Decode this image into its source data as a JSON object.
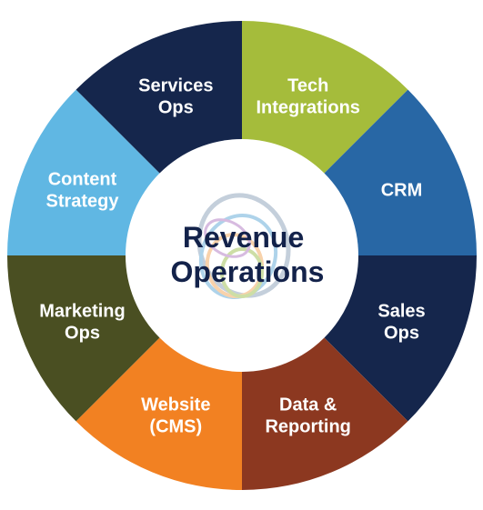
{
  "diagram": {
    "center": {
      "title_lines": [
        "Revenue",
        "Operations"
      ],
      "text_color": "#13224a",
      "logo": "swirl-logo-watermark"
    },
    "segments": [
      {
        "id": "tech-integrations",
        "lines": [
          "Tech",
          "Integrations"
        ],
        "color": "#a5bc3b"
      },
      {
        "id": "crm",
        "lines": [
          "CRM"
        ],
        "color": "#2867a5"
      },
      {
        "id": "sales-ops",
        "lines": [
          "Sales",
          "Ops"
        ],
        "color": "#15264c"
      },
      {
        "id": "data-reporting",
        "lines": [
          "Data &",
          "Reporting"
        ],
        "color": "#8c3820"
      },
      {
        "id": "website-cms",
        "lines": [
          "Website",
          "(CMS)"
        ],
        "color": "#f28122"
      },
      {
        "id": "marketing-ops",
        "lines": [
          "Marketing",
          "Ops"
        ],
        "color": "#4a4f22"
      },
      {
        "id": "content-strategy",
        "lines": [
          "Content",
          "Strategy"
        ],
        "color": "#60b7e3"
      },
      {
        "id": "services-ops",
        "lines": [
          "Services",
          "Ops"
        ],
        "color": "#15264c"
      }
    ]
  }
}
